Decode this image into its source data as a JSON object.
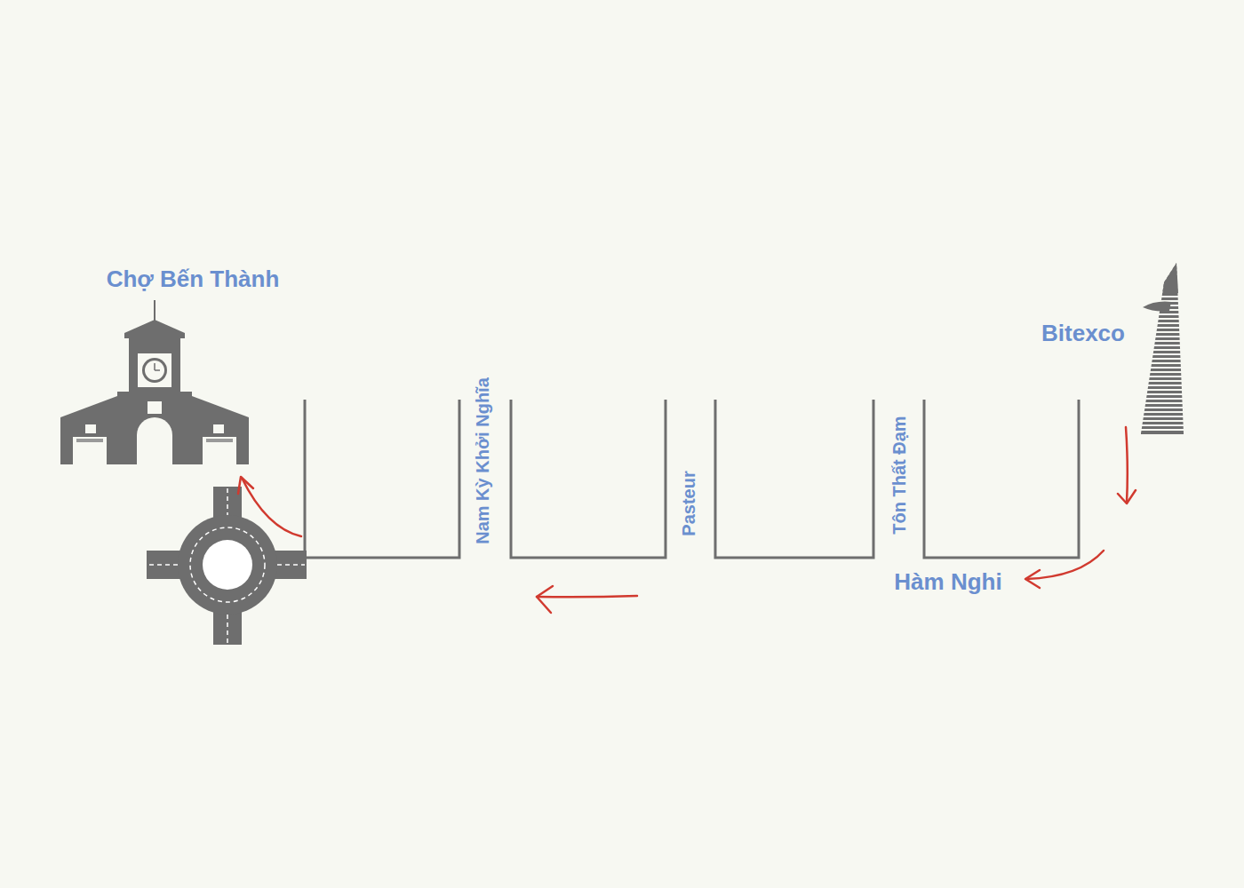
{
  "diagram": {
    "labels": [
      "Chợ Bến Thành",
      "Bitexco",
      "Nam Kỳ Khởi Nghĩa",
      "Pasteur",
      "Tôn Thất Đạm",
      "Hàm Nghi"
    ]
  }
}
